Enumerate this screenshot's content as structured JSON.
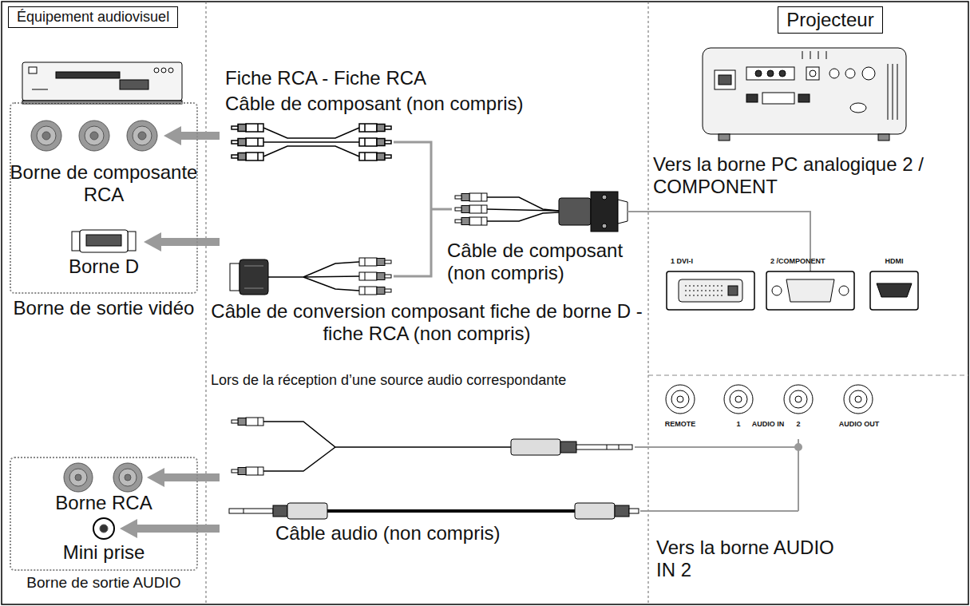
{
  "diagram": {
    "nodes": [
      {
        "text": [
          "Équipement audiovisuel"
        ]
      },
      {
        "text": [
          "Borne de sortie vidéo"
        ]
      },
      {
        "text": [
          "Borne de sortie AUDIO"
        ]
      },
      {
        "text": [
          "Projecteur"
        ]
      }
    ],
    "labels": [
      "Borne de composante RCA",
      "Borne D",
      "Fiche RCA - Fiche RCA",
      "Câble de composant (non compris)",
      "Câble de composant (non compris)",
      "Câble de conversion composant fiche de borne D - fiche RCA (non compris)",
      "Lors de la réception d’une source audio correspondante",
      "Borne RCA",
      "Mini prise",
      "Câble audio (non compris)",
      "Vers la borne PC analogique 2 / COMPONENT",
      "Vers la borne AUDIO IN 2",
      "1 DVI-I",
      "2 /COMPONENT",
      "HDMI",
      "REMOTE",
      "1",
      "AUDIO IN",
      "2",
      "AUDIO OUT"
    ]
  }
}
